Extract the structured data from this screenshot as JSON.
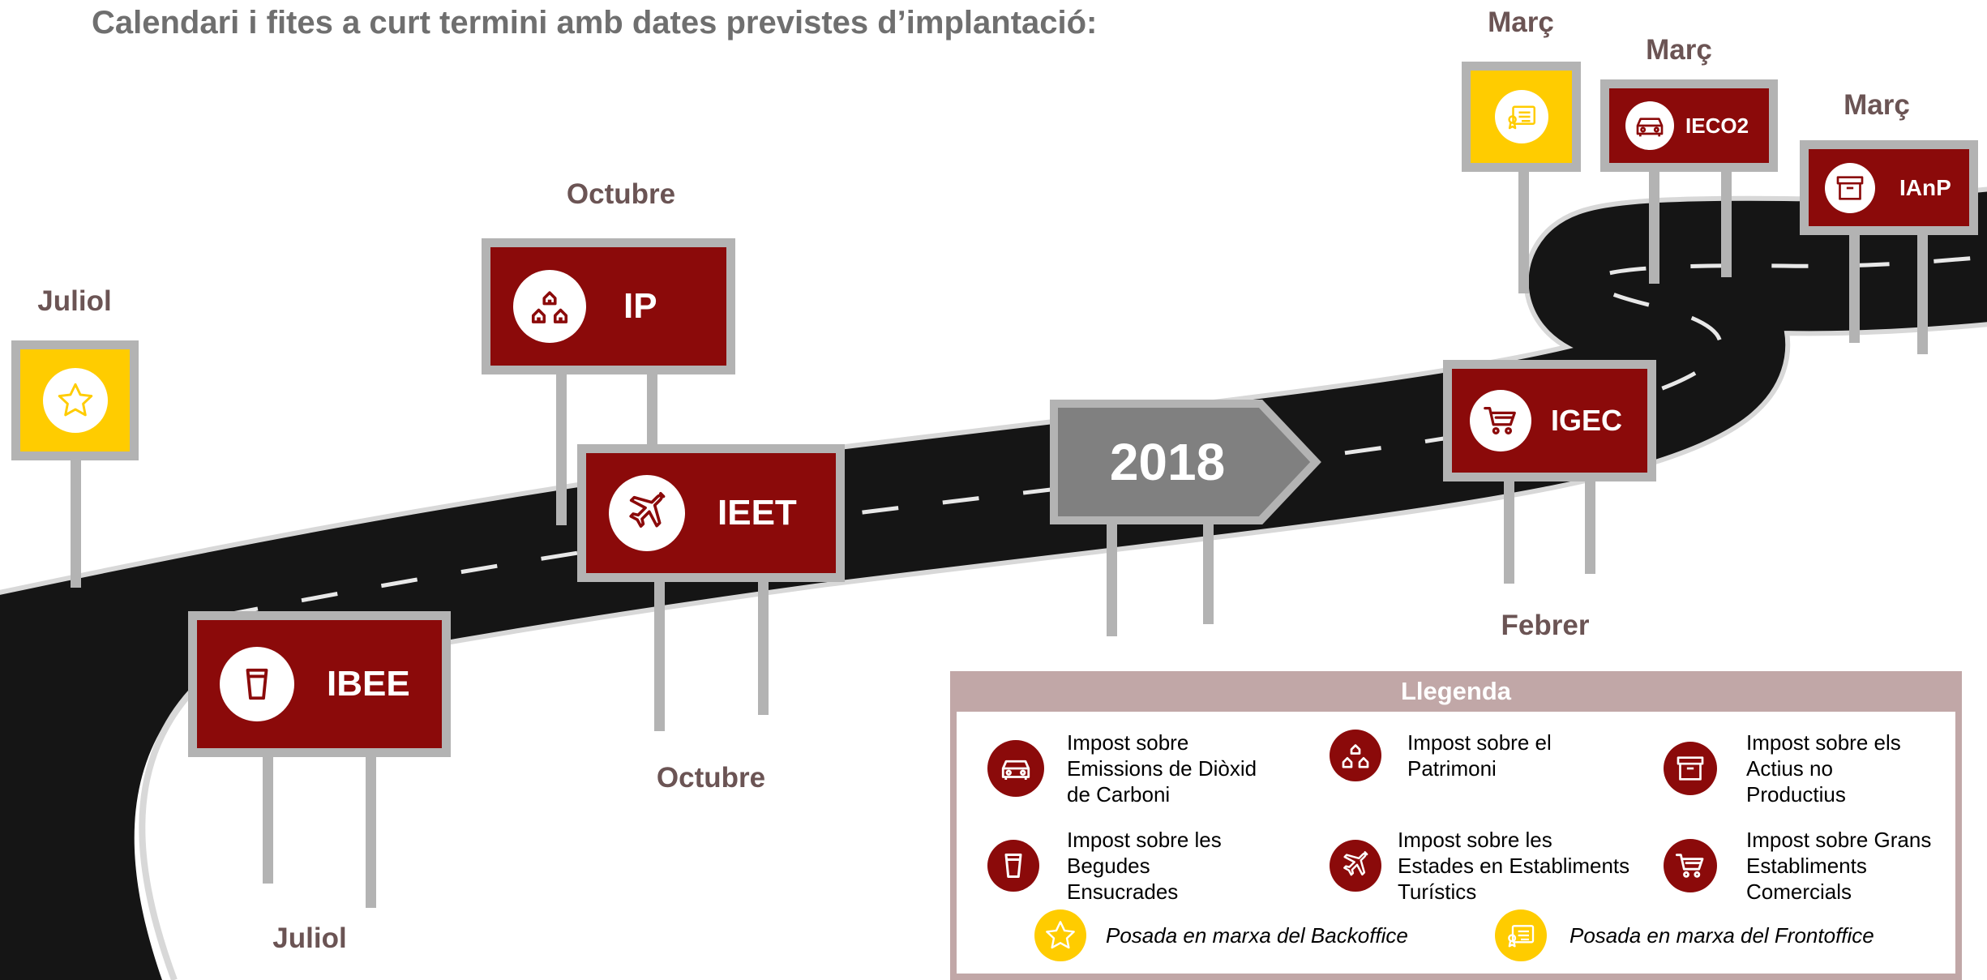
{
  "title": "Calendari i fites a curt termini amb dates previstes d’implantació:",
  "year_sign": "2018",
  "colors": {
    "sign_red": "#8b0a0a",
    "sign_yellow": "#ffcc00",
    "frame_gray": "#b3b3b3",
    "legend_header": "#c1a7a7",
    "road": "#151515"
  },
  "milestones": {
    "backoffice": {
      "month": "Juliol",
      "icon": "star-icon"
    },
    "ibee": {
      "label": "IBEE",
      "month": "Juliol",
      "icon": "cup-icon"
    },
    "ip": {
      "label": "IP",
      "month": "Octubre",
      "icon": "houses-icon"
    },
    "ieet": {
      "label": "IEET",
      "month": "Octubre",
      "icon": "airplane-icon"
    },
    "igec": {
      "label": "IGEC",
      "month": "Febrer",
      "icon": "cart-icon"
    },
    "frontoffice": {
      "month": "Març",
      "icon": "certificate-icon"
    },
    "ieco2": {
      "label": "IECO2",
      "month": "Març",
      "icon": "car-icon"
    },
    "ianp": {
      "label": "IAnP",
      "month": "Març",
      "icon": "box-icon"
    }
  },
  "legend": {
    "title": "Llegenda",
    "items": [
      {
        "icon": "car-icon",
        "text": "Impost sobre\nEmissions de Diòxid\nde Carboni"
      },
      {
        "icon": "houses-icon",
        "text": "Impost sobre el\nPatrimoni"
      },
      {
        "icon": "box-icon",
        "text": "Impost sobre els\nActius no\nProductius"
      },
      {
        "icon": "cup-icon",
        "text": "Impost sobre les\nBegudes\nEnsucrades"
      },
      {
        "icon": "airplane-icon",
        "text": "Impost sobre les\nEstades en Establiments\nTurístics"
      },
      {
        "icon": "cart-icon",
        "text": "Impost sobre Grans\nEstabliments\nComercials"
      },
      {
        "icon": "star-icon",
        "text": "Posada en marxa del Backoffice"
      },
      {
        "icon": "certificate-icon",
        "text": "Posada en marxa del Frontoffice"
      }
    ]
  }
}
